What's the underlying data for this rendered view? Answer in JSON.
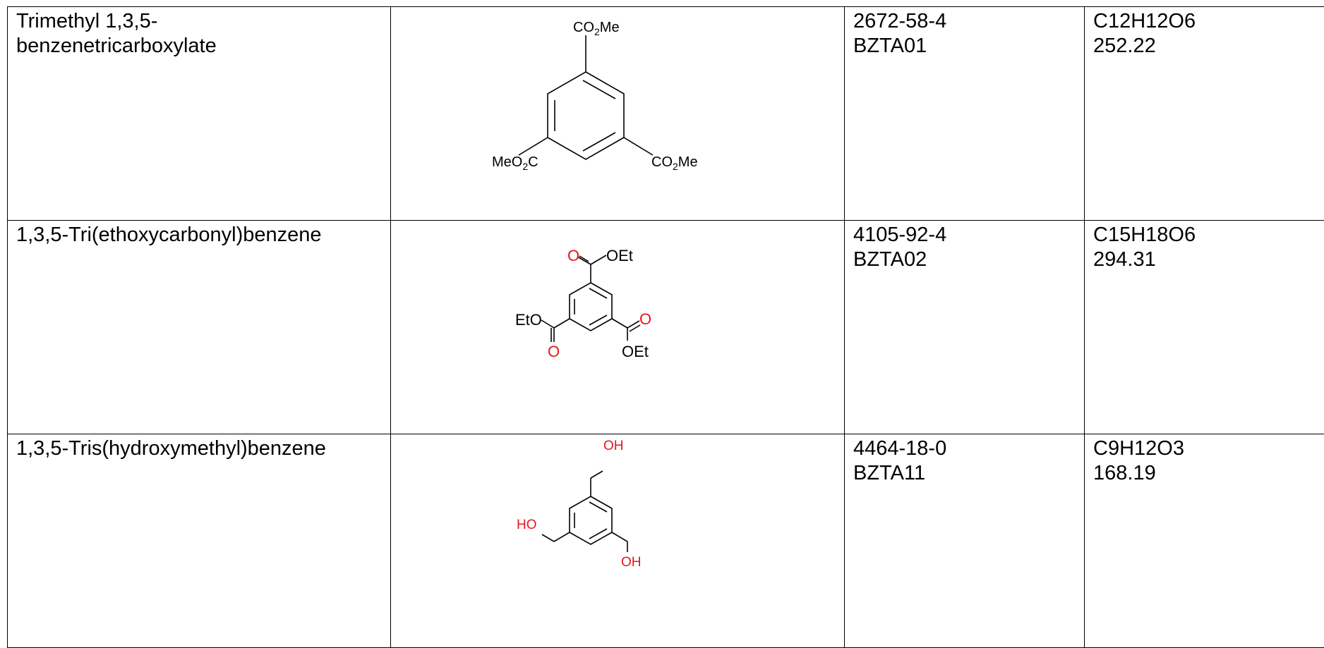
{
  "rows": [
    {
      "name_lines": [
        "Trimethyl 1,3,5-",
        "benzenetricarboxylate"
      ],
      "structure": {
        "top_label": "CO2Me",
        "left_label": "MeO2C",
        "right_label": "CO2Me"
      },
      "cas": "2672-58-4",
      "code": "BZTA01",
      "formula": "C12H12O6",
      "mw": "252.22"
    },
    {
      "name_lines": [
        "1,3,5-Tri(ethoxycarbonyl)benzene"
      ],
      "structure": {
        "top_o": "O",
        "top_oet": "OEt",
        "left_eto": "EtO",
        "left_o": "O",
        "right_o": "O",
        "right_oet": "OEt"
      },
      "cas": "4105-92-4",
      "code": "BZTA02",
      "formula": "C15H18O6",
      "mw": "294.31"
    },
    {
      "name_lines": [
        "1,3,5-Tris(hydroxymethyl)benzene"
      ],
      "structure": {
        "top_oh": "OH",
        "left_ho": "HO",
        "right_oh": "OH"
      },
      "cas": "4464-18-0",
      "code": "BZTA11",
      "formula": "C9H12O3",
      "mw": "168.19"
    }
  ],
  "colors": {
    "heteroatom": "#e8141c",
    "line": "#000000"
  }
}
